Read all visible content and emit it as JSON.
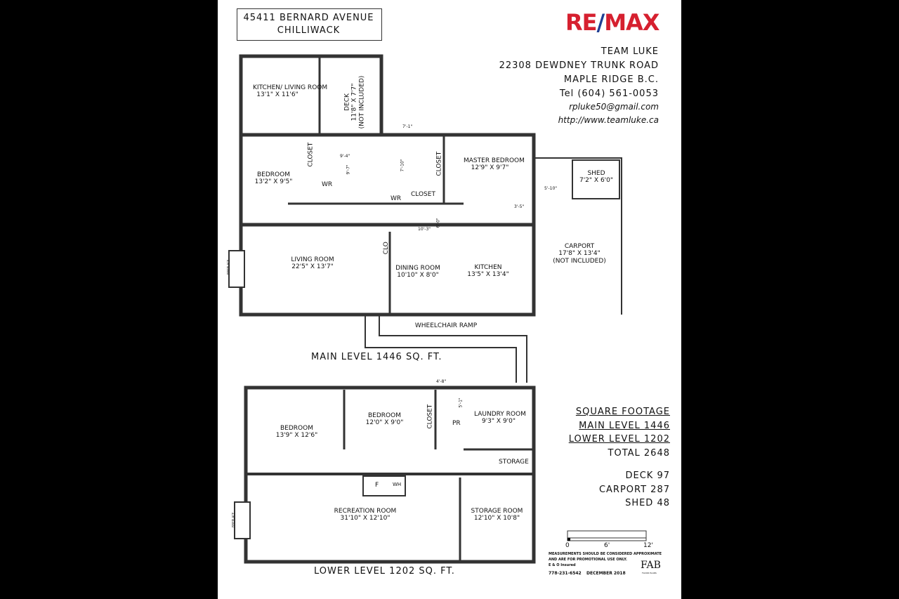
{
  "header": {
    "address_line1": "45411 BERNARD AVENUE",
    "address_line2": "CHILLIWACK"
  },
  "brand": {
    "logo_text": "RE/MAX",
    "team": "TEAM LUKE",
    "street": "22308 DEWDNEY TRUNK ROAD",
    "city": "MAPLE RIDGE B.C.",
    "phone": "Tel (604) 561-0053",
    "email": "rpluke50@gmail.com",
    "website": "http://www.teamluke.ca",
    "colors": {
      "red": "#d6202f",
      "blue": "#1f3f93"
    }
  },
  "main_level": {
    "title": "MAIN LEVEL 1446 SQ. FT.",
    "rooms": [
      {
        "name": "KITCHEN/ LIVING ROOM",
        "size": "13'1\" X 11'6\""
      },
      {
        "name": "DECK",
        "size": "11'8\" X 7'7\"",
        "note": "(NOT INCLUDED)"
      },
      {
        "name": "BEDROOM",
        "size": "13'2\" X 9'5\""
      },
      {
        "name": "MASTER BEDROOM",
        "size": "12'9\" X 9'7\""
      },
      {
        "name": "SHED",
        "size": "7'2\" X 6'0\""
      },
      {
        "name": "CARPORT",
        "size": "17'8\" X 13'4\"",
        "note": "(NOT INCLUDED)"
      },
      {
        "name": "LIVING ROOM",
        "size": "22'5\" X 13'7\""
      },
      {
        "name": "DINING ROOM",
        "size": "10'10\" X 8'0\""
      },
      {
        "name": "KITCHEN",
        "size": "13'5\" X 13'4\""
      }
    ],
    "labels": {
      "closet": "CLOSET",
      "wr": "WR",
      "clo": "CLO",
      "fireplace": "FIREPLACE",
      "ramp": "WHEELCHAIR RAMP"
    },
    "dimensions": [
      "7'-1\"",
      "9'-4\"",
      "9'-7\"",
      "7'-10\"",
      "3'-5\"",
      "5'-10\"",
      "10'-3\"",
      "6'-0\""
    ]
  },
  "lower_level": {
    "title": "LOWER LEVEL 1202 SQ. FT.",
    "rooms": [
      {
        "name": "BEDROOM",
        "size": "13'9\" X 12'6\""
      },
      {
        "name": "BEDROOM",
        "size": "12'0\" X 9'0\""
      },
      {
        "name": "LAUNDRY ROOM",
        "size": "9'3\" X 9'0\""
      },
      {
        "name": "RECREATION ROOM",
        "size": "31'10\" X 12'10\""
      },
      {
        "name": "STORAGE ROOM",
        "size": "12'10\" X 10'8\""
      }
    ],
    "labels": {
      "closet": "CLOSET",
      "pr": "PR",
      "storage": "STORAGE",
      "f": "F",
      "wh": "WH",
      "fireplace": "FIREPLACE"
    },
    "dimensions": [
      "4'-8\"",
      "5'-1\""
    ]
  },
  "square_footage": {
    "title": "SQUARE FOOTAGE",
    "main": "MAIN LEVEL 1446",
    "lower": "LOWER LEVEL 1202",
    "total": "TOTAL 2648",
    "deck": "DECK 97",
    "carport": "CARPORT 287",
    "shed": "SHED 48"
  },
  "scale": {
    "ticks": [
      "0",
      "6'",
      "12'"
    ]
  },
  "footer": {
    "disclaimer1": "MEASUREMENTS SHOULD BE CONSIDERED APPROXIMATE",
    "disclaimer2": "AND ARE FOR PROMOTIONAL USE ONLY.",
    "insured": "E & O Insured",
    "phone": "778-231-6542",
    "date": "DECEMBER 2018",
    "logo_text": "FAB",
    "logo_sub": "FLOOR PLANS"
  }
}
